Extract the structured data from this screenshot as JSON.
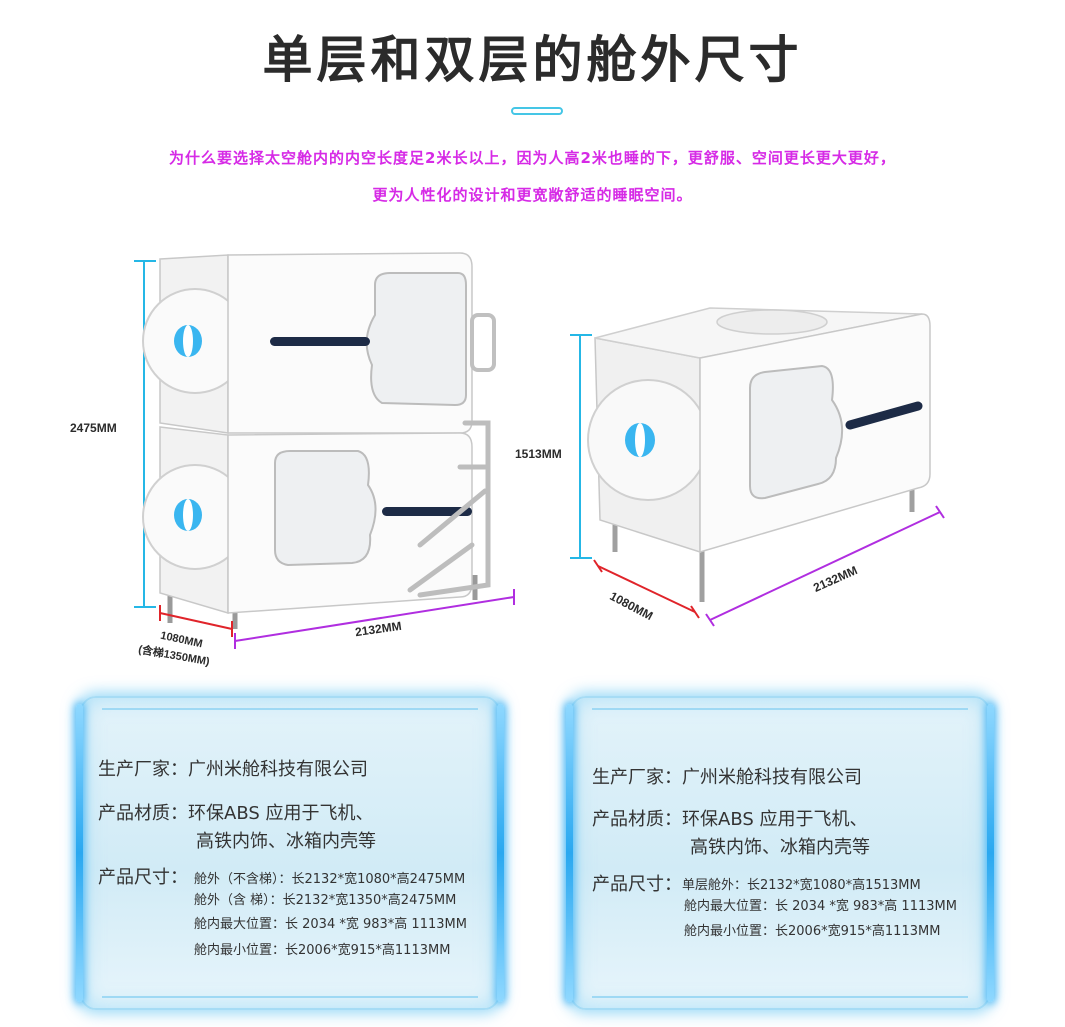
{
  "heading": {
    "title": "单层和双层的舱外尺寸",
    "intro_line1": "为什么要选择太空舱内的内空长度足2米长以上，因为人高2米也睡的下，更舒服、空间更长更大更好，",
    "intro_line2": "更为人性化的设计和更宽敞舒适的睡眠空间。"
  },
  "double_capsule": {
    "height_label": "2475MM",
    "depth_label": "1080MM",
    "depth_note": "(含梯1350MM)",
    "length_label": "2132MM"
  },
  "single_capsule": {
    "height_label": "1513MM",
    "depth_label": "1080MM",
    "length_label": "2132MM"
  },
  "card_left": {
    "maker": "生产厂家：广州米舱科技有限公司",
    "material_1": "产品材质：环保ABS   应用于飞机、",
    "material_2": "高铁内饰、冰箱内壳等",
    "size_label": "产品尺寸：",
    "size_1": "舱外（不含梯）：长2132*宽1080*高2475MM",
    "size_2": "舱外（含  梯）：长2132*宽1350*高2475MM",
    "size_3": "舱内最大位置：长 2034 *宽 983*高 1113MM",
    "size_4": "舱内最小位置：长2006*宽915*高1113MM"
  },
  "card_right": {
    "maker": "生产厂家：广州米舱科技有限公司",
    "material_1": "产品材质：环保ABS   应用于飞机、",
    "material_2": "高铁内饰、冰箱内壳等",
    "size_label": "产品尺寸：",
    "size_1": "单层舱外：长2132*宽1080*高1513MM",
    "size_2": "舱内最大位置：长 2034 *宽 983*高 1113MM",
    "size_3": "舱内最小位置：长2006*宽915*高1113MM"
  },
  "colors": {
    "title": "#2b2b2b",
    "intro": "#d62ae6",
    "height_dim": "#25b7e6",
    "depth_dim": "#e0242a",
    "length_dim": "#b02ee0",
    "card_glow": "#2aa8f0"
  }
}
